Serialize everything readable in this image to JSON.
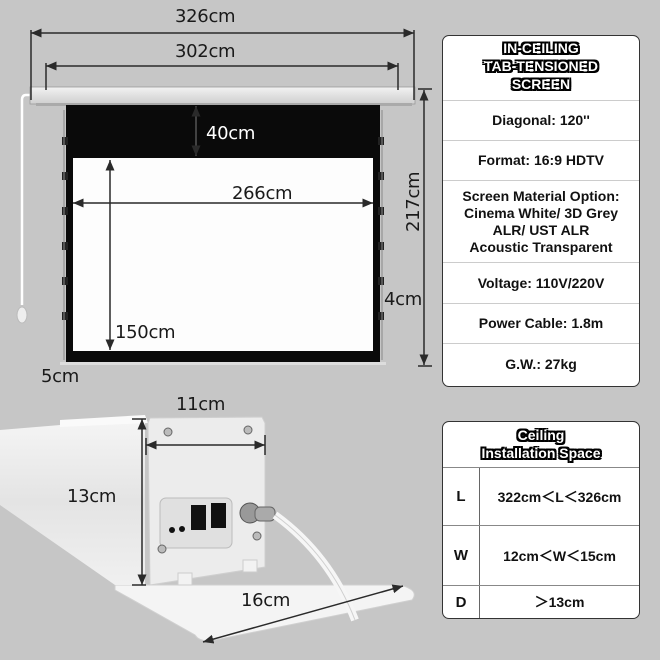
{
  "dimensions_top": {
    "overall_width": "326cm",
    "case_width": "302cm",
    "black_drop": "40cm",
    "view_width": "266cm",
    "view_height": "150cm",
    "overall_height": "217cm",
    "side_border": "4cm",
    "bottom_border": "5cm"
  },
  "dimensions_case": {
    "case_depth": "11cm",
    "case_height": "13cm",
    "flange_width": "16cm"
  },
  "spec_panel": {
    "title_lines": [
      "IN-CEILING",
      "TAB-TENSIONED",
      "SCREEN"
    ],
    "rows": [
      {
        "lines": [
          "Diagonal: 120''"
        ]
      },
      {
        "lines": [
          "Format: 16:9 HDTV"
        ]
      },
      {
        "lines": [
          "Screen Material Option:",
          "Cinema White/ 3D Grey",
          "ALR/ UST ALR",
          "Acoustic Transparent"
        ]
      },
      {
        "lines": [
          "Voltage: 110V/220V"
        ]
      },
      {
        "lines": [
          "Power Cable: 1.8m"
        ]
      },
      {
        "lines": [
          "G.W.: 27kg"
        ]
      }
    ]
  },
  "install_panel": {
    "title_lines": [
      "Ceiling",
      "Installation Space"
    ],
    "rows": [
      {
        "key": "L",
        "value": "322cm＜L＜326cm"
      },
      {
        "key": "W",
        "value": "12cm＜W＜15cm"
      },
      {
        "key": "D",
        "value": "＞13cm"
      }
    ]
  },
  "colors": {
    "background": "#c6c6c6",
    "screen_black": "#0a0a0a",
    "screen_white": "#ffffff",
    "dimension_line": "#2a2a2a"
  }
}
